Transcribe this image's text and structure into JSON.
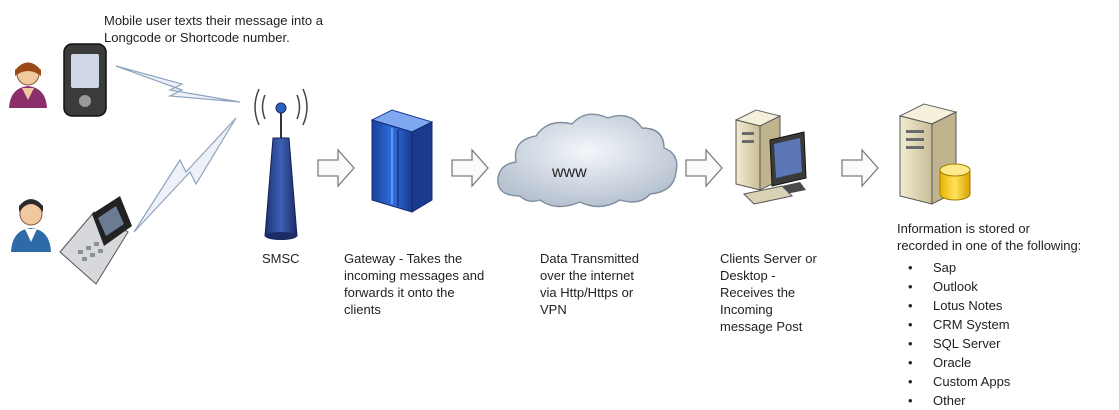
{
  "intro_text": "Mobile user texts their message into a\nLongcode or Shortcode number.",
  "smsc_label": "SMSC",
  "gateway_caption": "Gateway  - Takes the\nincoming messages and\nforwards it onto the\nclients",
  "cloud_label": "www",
  "internet_caption": "Data Transmitted\nover the internet\nvia Http/Https or\nVPN",
  "client_caption": "Clients Server or\nDesktop -\nReceives the\nIncoming\nmessage Post",
  "storage_caption": "Information is stored or\nrecorded in one of the following:",
  "storage_items": [
    "Sap",
    "Outlook",
    "Lotus Notes",
    "CRM System",
    "SQL Server",
    "Oracle",
    "Custom Apps",
    "Other"
  ],
  "bullet_char": "•"
}
